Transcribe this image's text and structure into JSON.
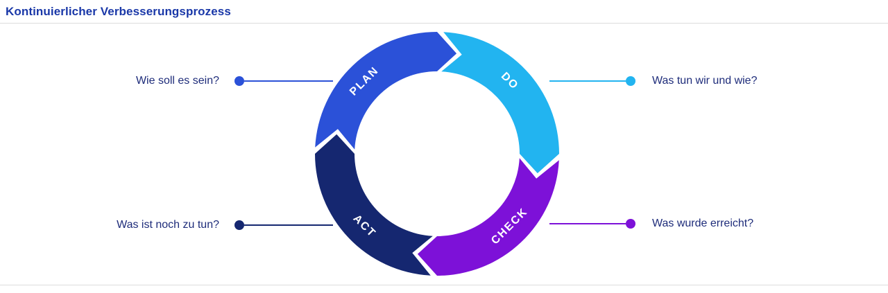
{
  "page": {
    "title": "Kontinuierlicher Verbesserungsprozess"
  },
  "colors": {
    "title": "#1a38a8",
    "text": "#1e2c7a",
    "divider": "#dcdcdc",
    "background": "#ffffff",
    "segment_label": "#ffffff"
  },
  "chart_data": {
    "type": "cycle-diagram",
    "subtype": "pdca-cycle",
    "title": "Kontinuierlicher Verbesserungsprozess",
    "direction": "clockwise",
    "segments": [
      {
        "label": "PLAN",
        "color": "#2b51d8",
        "start_angle": 180,
        "end_angle": 270,
        "callout": "Wie soll es sein?",
        "callout_side": "left"
      },
      {
        "label": "DO",
        "color": "#22b4f0",
        "start_angle": 270,
        "end_angle": 360,
        "callout": "Was tun wir und wie?",
        "callout_side": "right"
      },
      {
        "label": "CHECK",
        "color": "#7d11d8",
        "start_angle": 0,
        "end_angle": 90,
        "callout": "Was wurde erreicht?",
        "callout_side": "right"
      },
      {
        "label": "ACT",
        "color": "#152770",
        "start_angle": 90,
        "end_angle": 180,
        "callout": "Was ist noch zu tun?",
        "callout_side": "left"
      }
    ]
  }
}
